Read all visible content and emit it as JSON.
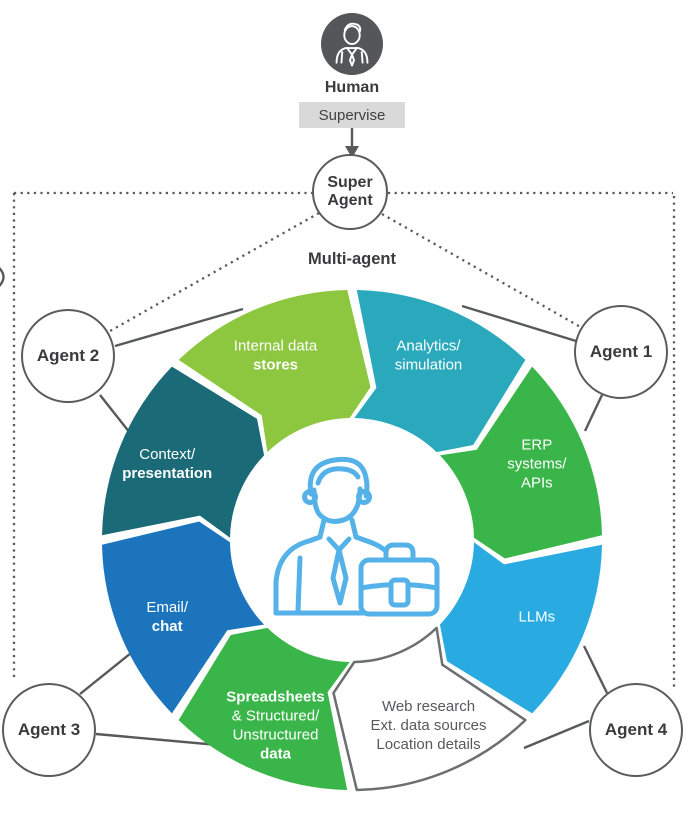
{
  "title_area": {
    "human_label": "Human",
    "supervise_label": "Supervise",
    "super_agent_line1": "Super",
    "super_agent_line2": "Agent",
    "multi_agent_label": "Multi-agent"
  },
  "agents": [
    {
      "id": "agent-1",
      "label": "Agent 1",
      "position": "top-right"
    },
    {
      "id": "agent-2",
      "label": "Agent 2",
      "position": "top-left"
    },
    {
      "id": "agent-3",
      "label": "Agent 3",
      "position": "bottom-left"
    },
    {
      "id": "agent-4",
      "label": "Agent 4",
      "position": "bottom-right"
    }
  ],
  "icons": {
    "human": "person-suit-icon",
    "center": "businessman-briefcase-icon"
  },
  "ring": {
    "flow": "clockwise",
    "segments": [
      {
        "id": "analytics",
        "start": 0,
        "end": 45,
        "color": "#2AA9BC",
        "text_color": "#FFFFFF",
        "lines": [
          {
            "text": "Analytics/",
            "bold": false
          },
          {
            "text": "simulation",
            "bold": false
          }
        ]
      },
      {
        "id": "erp",
        "start": 45,
        "end": 90,
        "color": "#3AB54A",
        "text_color": "#FFFFFF",
        "lines": [
          {
            "text": "ERP",
            "bold": false
          },
          {
            "text": "systems/",
            "bold": false
          },
          {
            "text": "APIs",
            "bold": false
          }
        ]
      },
      {
        "id": "llms",
        "start": 90,
        "end": 135,
        "color": "#29ABE2",
        "text_color": "#FFFFFF",
        "lines": [
          {
            "text": "LLMs",
            "bold": false
          }
        ]
      },
      {
        "id": "web-research",
        "start": 135,
        "end": 180,
        "color": "#FFFFFF",
        "stroke": "#6D6E71",
        "text_color": "#58595B",
        "lines": [
          {
            "text": "Web research",
            "bold": false
          },
          {
            "text": "Ext. data sources",
            "bold": false
          },
          {
            "text": "Location details",
            "bold": false
          }
        ]
      },
      {
        "id": "spreadsheets",
        "start": 180,
        "end": 225,
        "color": "#3AB54A",
        "text_color": "#FFFFFF",
        "lines": [
          {
            "text": "Spreadsheets",
            "bold": true
          },
          {
            "text": "& Structured/",
            "bold": false
          },
          {
            "text": "Unstructured",
            "bold": false
          },
          {
            "text": "data",
            "bold": true
          }
        ]
      },
      {
        "id": "email-chat",
        "start": 225,
        "end": 270,
        "color": "#1C75BC",
        "text_color": "#FFFFFF",
        "lines": [
          {
            "text": "Email/",
            "bold": false
          },
          {
            "text": "chat",
            "bold": true
          }
        ]
      },
      {
        "id": "context-presentation",
        "start": 270,
        "end": 315,
        "color": "#1B6A77",
        "text_color": "#FFFFFF",
        "lines": [
          {
            "text": "Context/",
            "bold": false
          },
          {
            "text": "presentation",
            "bold": true
          }
        ]
      },
      {
        "id": "internal-data-stores",
        "start": 315,
        "end": 360,
        "color": "#8DC63F",
        "text_color": "#FFFFFF",
        "lines": [
          {
            "text": "Internal data",
            "bold": false
          },
          {
            "text": "stores",
            "bold": true
          }
        ]
      }
    ]
  },
  "colors": {
    "line_gray": "#58595B",
    "human_circle": "#54565A",
    "supervise_bg": "#D9D9D9",
    "center_icon_blue": "#55B2E8",
    "dark_text": "#3B3B3D"
  }
}
